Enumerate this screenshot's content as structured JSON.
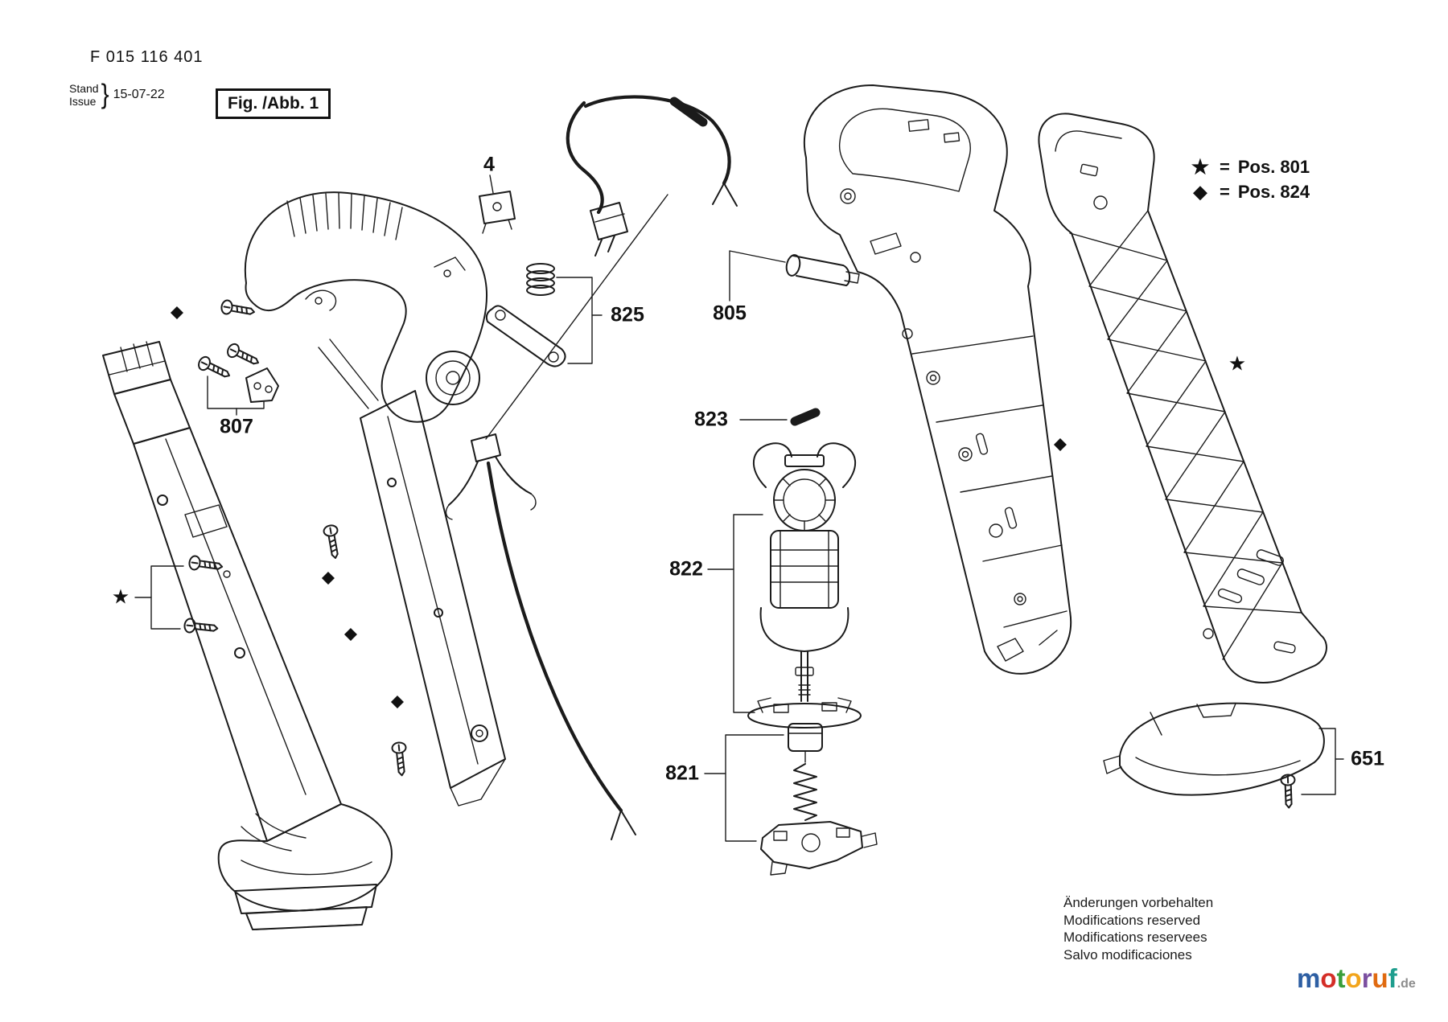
{
  "markers": {
    "star": "★",
    "diamond": "◆"
  },
  "header": {
    "part_number": "F 015 116 401",
    "stand_label": "Stand",
    "issue_label": "Issue",
    "brace": "}",
    "date": "15-07-22",
    "figure_label": "Fig. /Abb. 1"
  },
  "legend": {
    "eq": "=",
    "star_label": "Pos. 801",
    "diamond_label": "Pos. 824"
  },
  "parts": {
    "p4": "4",
    "p805": "805",
    "p807": "807",
    "p821": "821",
    "p822": "822",
    "p823": "823",
    "p825": "825",
    "p651": "651"
  },
  "footer": {
    "lines": [
      "Änderungen vorbehalten",
      "Modifications reserved",
      "Modifications reservees",
      "Salvo modificaciones"
    ]
  },
  "logo": {
    "letters": [
      {
        "ch": "m",
        "style": "color:#2e5fa3"
      },
      {
        "ch": "o",
        "style": "color:#d42e27"
      },
      {
        "ch": "t",
        "style": "color:#3a9e3a"
      },
      {
        "ch": "o",
        "style": "color:#f2a51c"
      },
      {
        "ch": "r",
        "style": "color:#7b4fa0"
      },
      {
        "ch": "u",
        "style": "color:#e06a10"
      },
      {
        "ch": "f",
        "style": "color:#1f9e8e"
      }
    ],
    "suffix": ".de"
  }
}
